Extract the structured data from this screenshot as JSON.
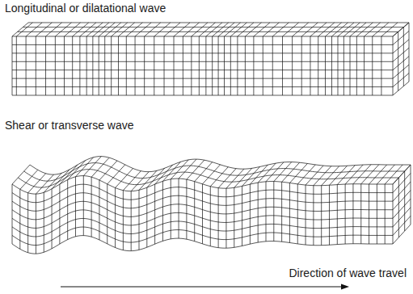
{
  "diagram": {
    "labels": [
      "Longitudinal or dilatational wave",
      "Shear or transverse wave",
      "Direction of wave travel"
    ]
  }
}
